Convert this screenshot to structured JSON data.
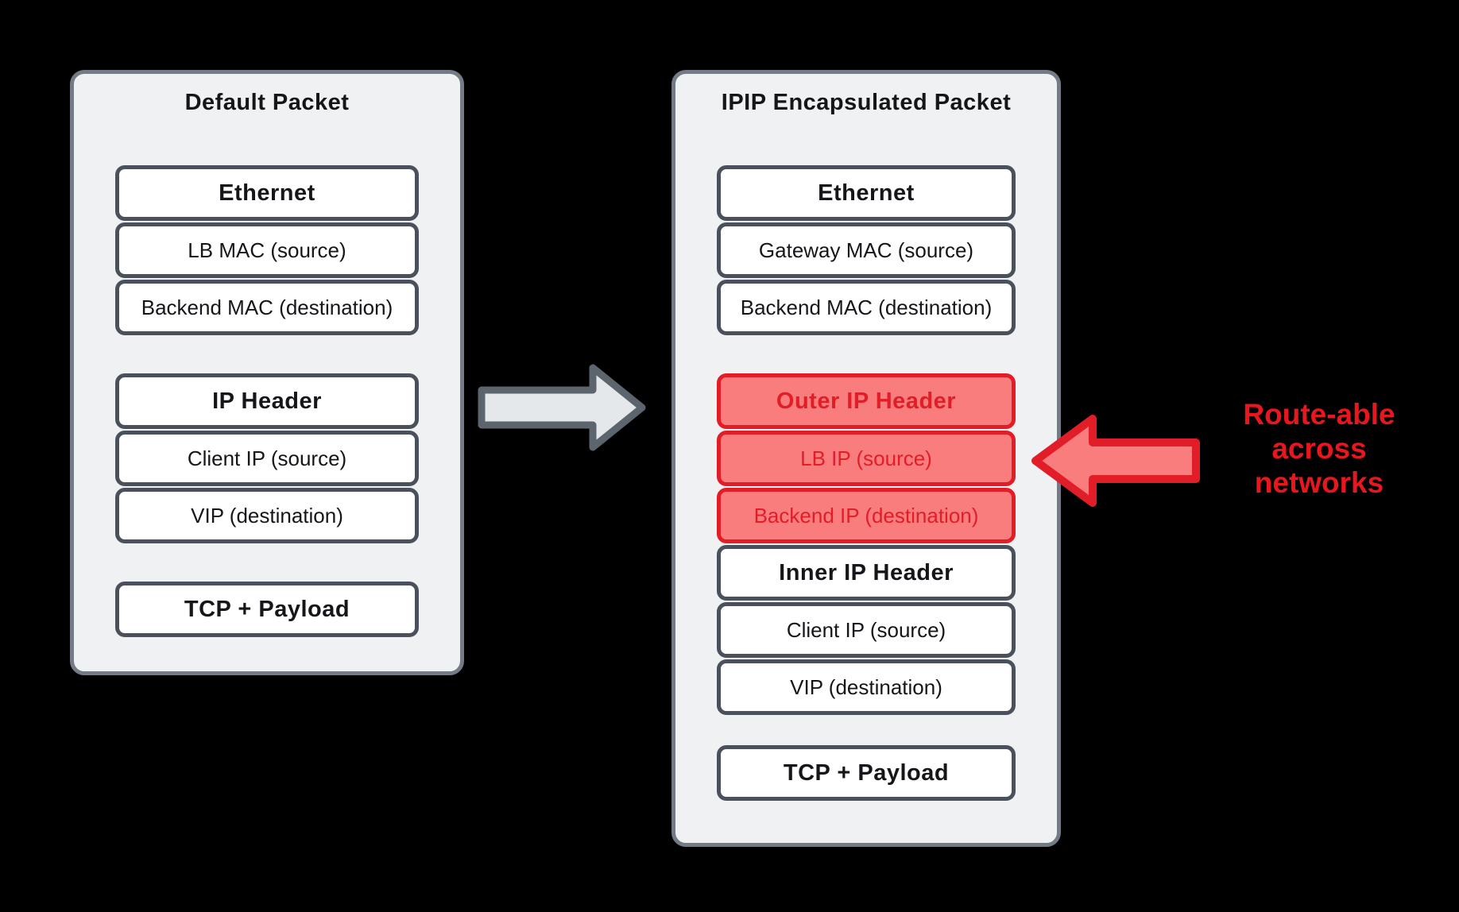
{
  "colors": {
    "background": "#000000",
    "panel_fill": "#eff1f3",
    "panel_border": "#737b86",
    "box_fill": "#ffffff",
    "box_border": "#4b515c",
    "box_text": "#15161a",
    "highlight_fill": "#f97d7d",
    "highlight_border": "#e11d28",
    "highlight_text": "#e11d28",
    "flow_arrow_fill": "#e5e8eb",
    "flow_arrow_border": "#5c646e",
    "annotation_text": "#e8171e"
  },
  "left_panel": {
    "title": "Default Packet",
    "groups": [
      {
        "name": "ethernet",
        "rows": [
          {
            "label": "Ethernet",
            "header": true
          },
          {
            "label": "LB MAC (source)",
            "header": false
          },
          {
            "label": "Backend MAC (destination)",
            "header": false
          }
        ]
      },
      {
        "name": "ip",
        "rows": [
          {
            "label": "IP Header",
            "header": true
          },
          {
            "label": "Client IP (source)",
            "header": false
          },
          {
            "label": "VIP (destination)",
            "header": false
          }
        ]
      },
      {
        "name": "payload",
        "rows": [
          {
            "label": "TCP + Payload",
            "header": true
          }
        ]
      }
    ]
  },
  "right_panel": {
    "title": "IPIP Encapsulated Packet",
    "groups": [
      {
        "name": "ethernet",
        "rows": [
          {
            "label": "Ethernet",
            "header": true
          },
          {
            "label": "Gateway MAC (source)",
            "header": false
          },
          {
            "label": "Backend MAC (destination)",
            "header": false
          }
        ]
      },
      {
        "name": "outer-ip",
        "highlighted": true,
        "rows": [
          {
            "label": "Outer IP Header",
            "header": true,
            "highlighted": true
          },
          {
            "label": "LB IP (source)",
            "header": false,
            "highlighted": true
          },
          {
            "label": "Backend IP (destination)",
            "header": false,
            "highlighted": true
          }
        ]
      },
      {
        "name": "inner-ip",
        "rows": [
          {
            "label": "Inner IP Header",
            "header": true
          },
          {
            "label": "Client IP (source)",
            "header": false
          },
          {
            "label": "VIP (destination)",
            "header": false
          }
        ]
      },
      {
        "name": "payload",
        "rows": [
          {
            "label": "TCP + Payload",
            "header": true
          }
        ]
      }
    ]
  },
  "annotation": {
    "line1": "Route-able",
    "line2": "across",
    "line3": "networks"
  },
  "icons": {
    "flow_arrow": "right-arrow",
    "highlight_pointer": "left-arrow"
  }
}
